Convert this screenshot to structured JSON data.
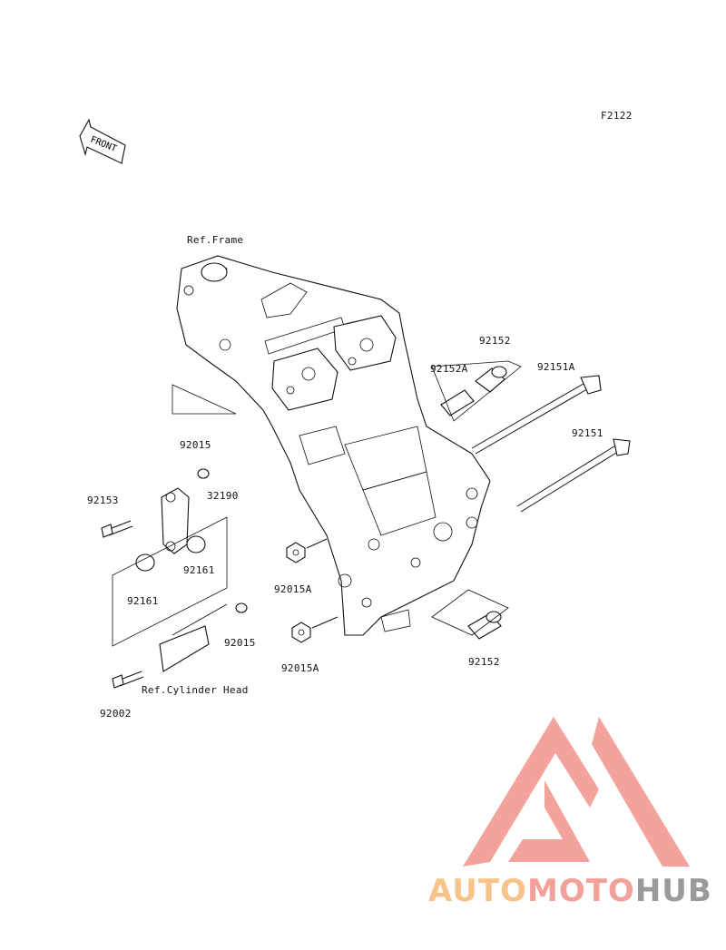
{
  "diagram": {
    "code": "F2122",
    "front_arrow": "FRONT",
    "ref_frame": "Ref.Frame",
    "ref_cylinder_head": "Ref.Cylinder Head",
    "parts": {
      "p92152_top": "92152",
      "p92152A": "92152A",
      "p92151A": "92151A",
      "p92151": "92151",
      "p92015_top": "92015",
      "p32190": "32190",
      "p92153": "92153",
      "p92161_right": "92161",
      "p92161_left": "92161",
      "p92015A_top": "92015A",
      "p92015_low": "92015",
      "p92015A_low": "92015A",
      "p92152_low": "92152",
      "p92002": "92002"
    }
  },
  "watermark": {
    "part1": "AUTO",
    "part2": "MOTO",
    "part3": "HUB",
    "colors": {
      "part1": "#f6c48a",
      "part2": "#f2a09a",
      "part3": "#9a9a9a",
      "logo": "#f4a39c"
    }
  }
}
